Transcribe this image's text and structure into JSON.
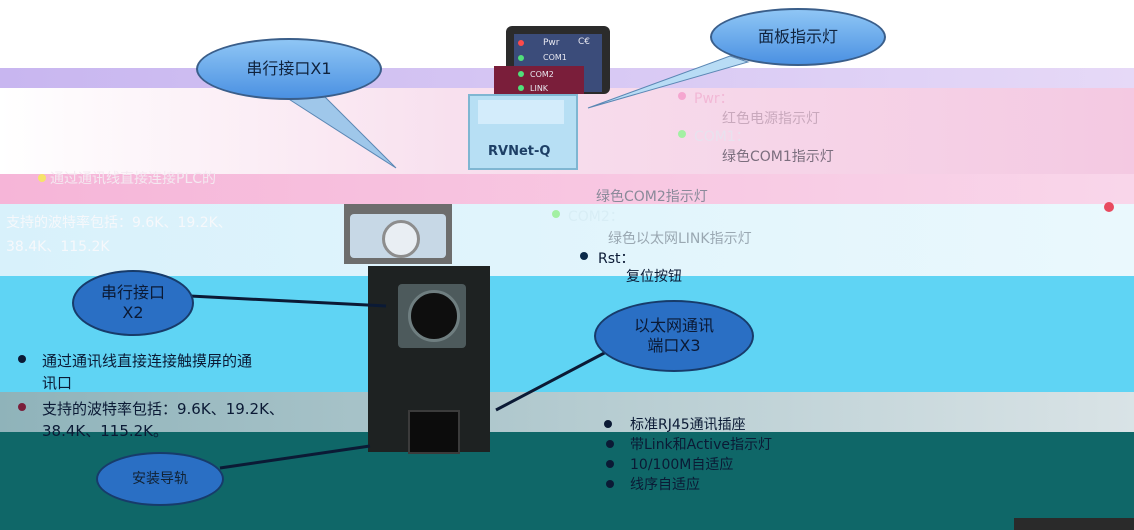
{
  "callouts": {
    "serial_x1": "串行接口X1",
    "panel_leds": "面板指示灯",
    "serial_x2_line1": "串行接口",
    "serial_x2_line2": "X2",
    "ethernet_line1": "以太网通讯",
    "ethernet_line2": "端口X3",
    "bottom_label": "安装导轨"
  },
  "device": {
    "led_pwr": "Pwr",
    "ce_mark": "C€",
    "led_com1": "COM1",
    "led_com2": "COM2",
    "led_link": "LINK",
    "model": "RVNet-Q"
  },
  "indicators": {
    "pwr_label": "Pwr：",
    "pwr_desc": "红色电源指示灯",
    "com1_label": "COM1：",
    "com1_desc": "绿色COM1指示灯",
    "com2_desc": "绿色COM2指示灯",
    "com2_label": "COM2：",
    "link_desc": "绿色以太网LINK指示灯",
    "rst_label": "Rst：",
    "rst_desc": "复位按钮"
  },
  "x1_desc": {
    "line1": "通过通讯线直接连接PLC的",
    "line2": "支持的波特率包括：9.6K、19.2K、",
    "line3": "38.4K、115.2K"
  },
  "x2_desc": {
    "bullet1_line1": "通过通讯线直接连接触摸屏的通",
    "bullet1_line2": "讯口",
    "bullet2_line1": "支持的波特率包括：9.6K、19.2K、",
    "bullet2_line2": "38.4K、115.2K。"
  },
  "x3_desc": {
    "item1": "标准RJ45通讯插座",
    "item2": "带Link和Active指示灯",
    "item3": "10/100M自适应",
    "item4": "线序自适应"
  },
  "colors": {
    "band_pink": "#f6d2e6",
    "band_cyan": "#5fd4f4",
    "band_teal": "#0f6768",
    "band_dark_teal": "#0b5457",
    "device_dark": "#2b2b2b",
    "device_maroon": "#7a1e3a"
  }
}
